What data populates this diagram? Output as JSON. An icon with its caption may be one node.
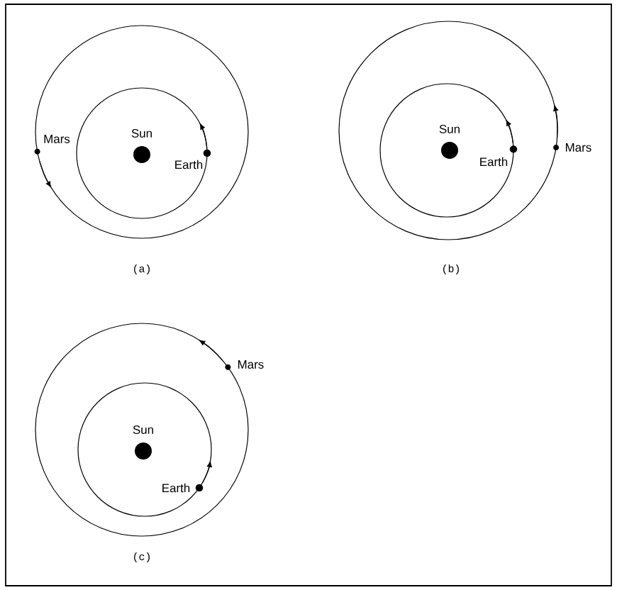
{
  "diagram": {
    "labels": [
      "Sun",
      "Mars",
      "Earth",
      "(a)",
      "Sun",
      "Earth",
      "Mars",
      "(b)",
      "Mars",
      "Sun",
      "Earth",
      "(c)"
    ]
  }
}
